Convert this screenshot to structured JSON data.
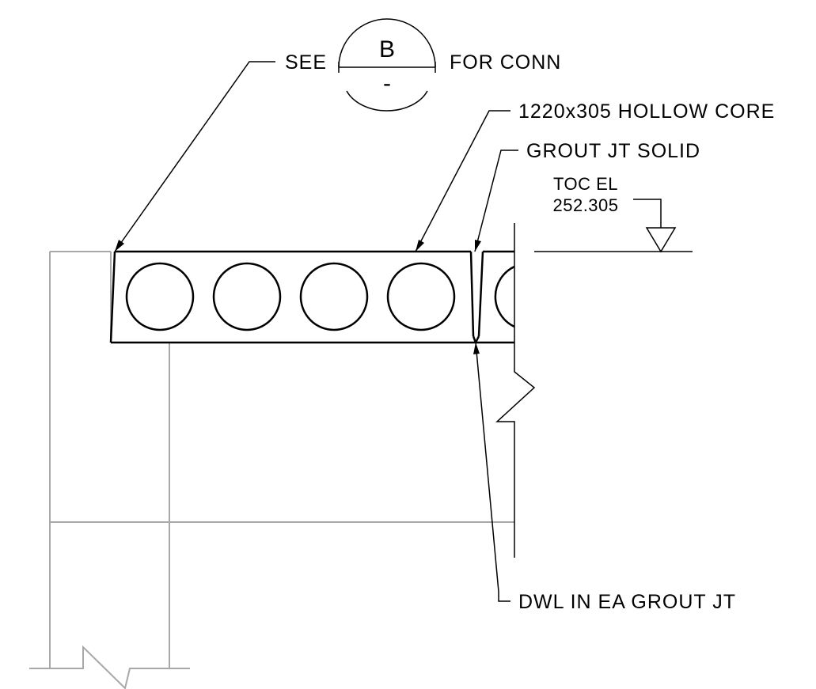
{
  "callout": {
    "see_text": "SEE",
    "for_conn_text": "FOR CONN",
    "detail_id": "B",
    "sheet_ref": "-"
  },
  "labels": {
    "hollow_core": "1220x305 HOLLOW CORE",
    "grout_joint": "GROUT JT SOLID",
    "toc_line1": "TOC EL",
    "toc_line2": "252.305",
    "dowel": "DWL IN EA GROUT JT"
  }
}
